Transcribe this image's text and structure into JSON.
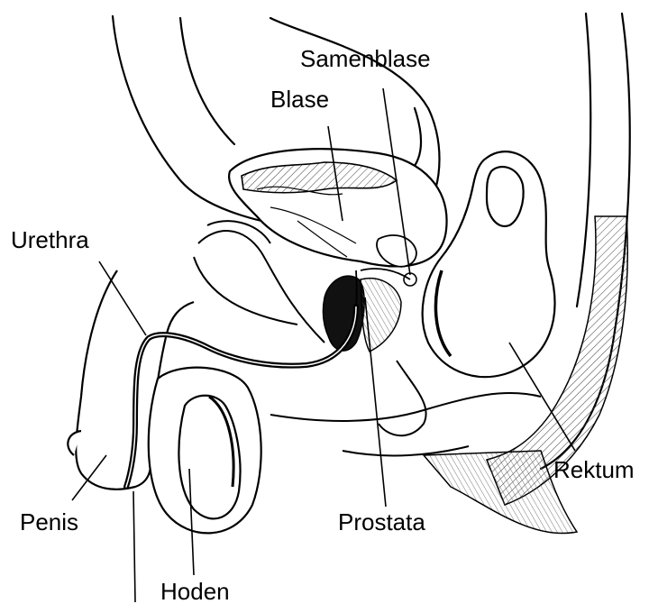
{
  "diagram": {
    "labels": {
      "samenblase": "Samenblase",
      "blase": "Blase",
      "urethra": "Urethra",
      "rektum": "Rektum",
      "penis": "Penis",
      "prostata": "Prostata",
      "hoden": "Hoden"
    },
    "colors": {
      "line": "#000000",
      "fill": "#ffffff",
      "dark_fill": "#111111",
      "hatch": "#444444"
    }
  }
}
